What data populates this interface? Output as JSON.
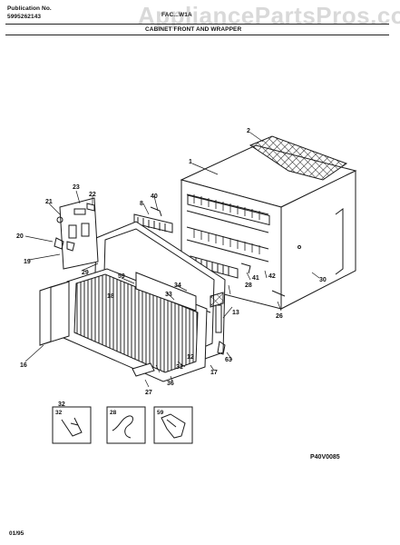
{
  "header": {
    "publication_label": "Publication No.",
    "publication_number": "5995262143",
    "model_number": "FAC...W1A",
    "section_title": "CABINET FRONT AND WRAPPER"
  },
  "watermark": "AppliancePartsPros.com",
  "callouts": [
    "1",
    "2",
    "8",
    "12",
    "13",
    "16",
    "17",
    "18",
    "19",
    "20",
    "21",
    "22",
    "23",
    "26",
    "27",
    "28",
    "29",
    "30",
    "31",
    "32",
    "33",
    "34",
    "36",
    "40",
    "41",
    "42",
    "59",
    "63"
  ],
  "inset_labels": [
    "32",
    "28",
    "59"
  ],
  "part_code": "P40V0085",
  "footer_date": "01/95"
}
